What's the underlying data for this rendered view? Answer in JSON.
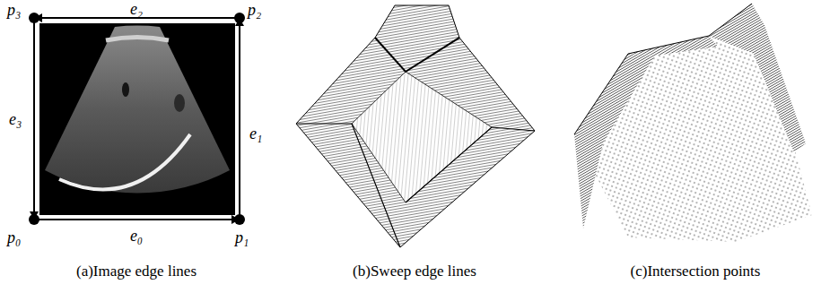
{
  "diagram": {
    "labels": [
      "p₃",
      "e₂",
      "p₂",
      "e₃",
      "e₁",
      "p₀",
      "e₀",
      "p₁",
      "(a)Image edge lines",
      "(b)Sweep edge lines",
      "(c)Intersection points"
    ]
  }
}
